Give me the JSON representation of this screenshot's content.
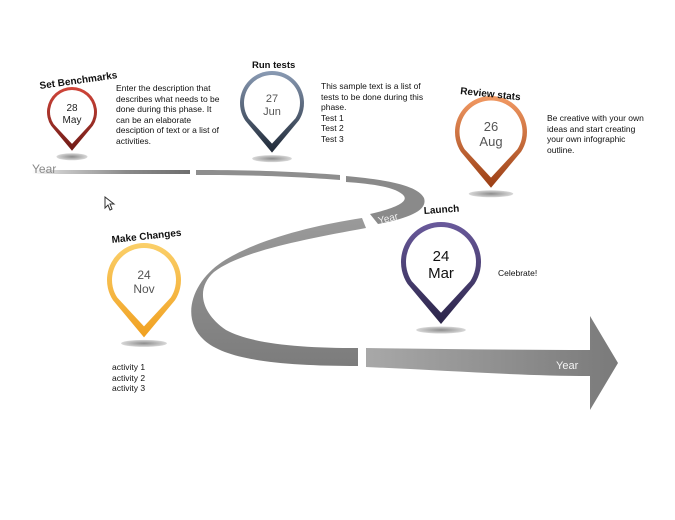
{
  "year_labels": [
    "Year",
    "Year",
    "Year"
  ],
  "milestones": [
    {
      "title": "Set Benchmarks",
      "day": "28",
      "month": "May",
      "color_top": "#d2463a",
      "color_bottom": "#6e1a16",
      "description": [
        "Enter the description that",
        "describes what needs to be",
        "done during this phase. It",
        "can be an elaborate",
        "desciption of text or a list of",
        "activities."
      ]
    },
    {
      "title": "Run tests",
      "day": "27",
      "month": "Jun",
      "color_top": "#8a9bb4",
      "color_bottom": "#1e2836",
      "description": [
        "This sample text is a list of",
        "tests to be done during this",
        "phase.",
        "Test 1",
        "Test 2",
        "Test 3"
      ]
    },
    {
      "title": "Review  stats",
      "day": "26",
      "month": "Aug",
      "color_top": "#f29a63",
      "color_bottom": "#9a3e14",
      "description": [
        "Be creative with your own",
        "ideas and start creating",
        "your own infographic",
        "outline."
      ]
    },
    {
      "title": "Make Changes",
      "day": "24",
      "month": "Nov",
      "color_top": "#fbd06a",
      "color_bottom": "#f0a020",
      "description": [
        "activity 1",
        "activity 2",
        "activity 3"
      ]
    },
    {
      "title": "Launch",
      "day": "24",
      "month": "Mar",
      "color_top": "#6a5a9c",
      "color_bottom": "#2a2448",
      "description": [
        "Celebrate!"
      ]
    }
  ]
}
